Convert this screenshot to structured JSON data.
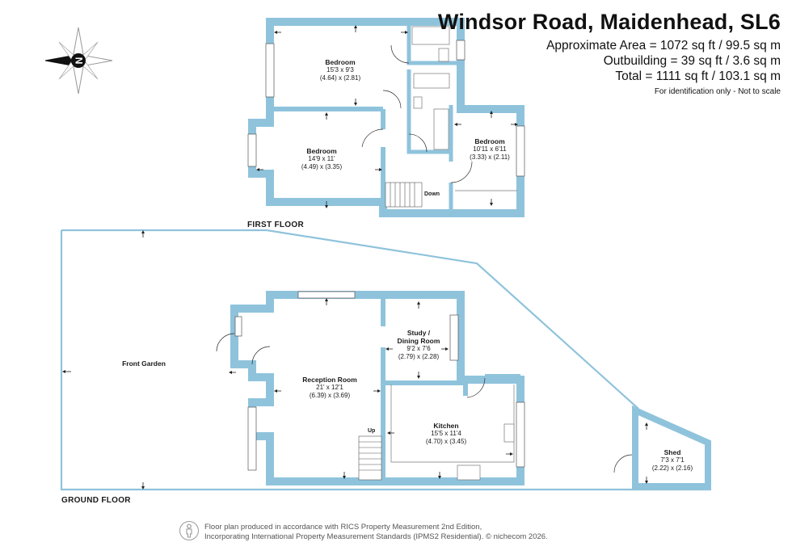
{
  "header": {
    "title": "Windsor Road, Maidenhead, SL6",
    "area_lines": [
      "Approximate Area = 1072 sq ft / 99.5 sq m",
      "Outbuilding = 39 sq ft / 3.6 sq m",
      "Total = 1111 sq ft / 103.1 sq m"
    ],
    "note": "For identification only - Not to scale"
  },
  "compass": {
    "letter": "N",
    "icon": "compass-icon"
  },
  "floors": {
    "first": {
      "label": "FIRST FLOOR",
      "rooms": [
        {
          "name": "Bedroom",
          "dims": "15'3 x 9'3",
          "metric": "(4.64) x (2.81)"
        },
        {
          "name": "Bedroom",
          "dims": "14'9 x 11'",
          "metric": "(4.49) x (3.35)"
        },
        {
          "name": "Bedroom",
          "dims": "10'11 x 6'11",
          "metric": "(3.33) x (2.11)"
        }
      ],
      "stairs_label": "Down"
    },
    "ground": {
      "label": "GROUND FLOOR",
      "rooms": [
        {
          "name": "Reception Room",
          "dims": "21' x 12'1",
          "metric": "(6.39) x (3.69)"
        },
        {
          "name": "Study /",
          "name2": "Dining Room",
          "dims": "9'2 x 7'6",
          "metric": "(2.79) x (2.28)"
        },
        {
          "name": "Kitchen",
          "dims": "15'5 x 11'4",
          "metric": "(4.70) x (3.45)"
        },
        {
          "name": "Shed",
          "dims": "7'3 x 7'1",
          "metric": "(2.22) x (2.16)"
        }
      ],
      "garden_label": "Front Garden",
      "stairs_label": "Up"
    }
  },
  "footer": {
    "line1": "Floor plan produced in accordance with RICS Property Measurement 2nd Edition,",
    "line2": "Incorporating International Property Measurement Standards (IPMS2 Residential).",
    "brand": "© nichecom 2026."
  },
  "colors": {
    "wall": "#8fc3dc",
    "line": "#333333",
    "garden_edge": "#8fc3dc"
  }
}
